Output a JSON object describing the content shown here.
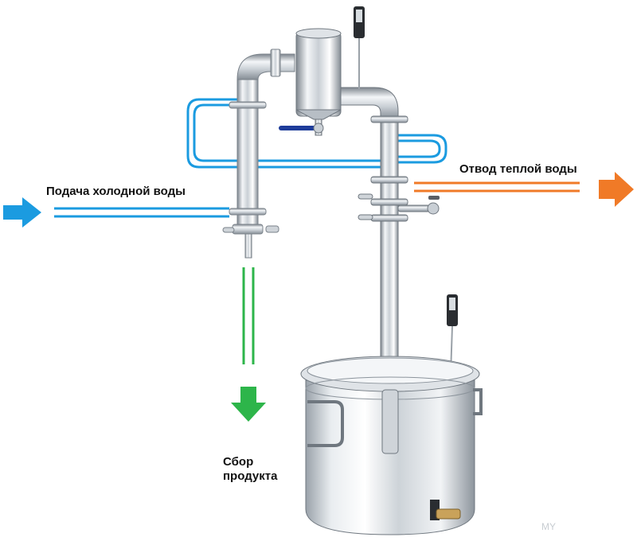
{
  "labels": {
    "cold_water_in": "Подача холодной воды",
    "warm_water_out": "Отвод теплой воды",
    "product_collection_line1": "Сбор",
    "product_collection_line2": "продукта"
  },
  "colors": {
    "cold_water": "#1b9be0",
    "warm_water": "#f07a27",
    "product": "#2db54a",
    "steel_light": "#eef1f4",
    "steel_dark": "#8c949c"
  },
  "icons": {
    "cold_arrow": "arrow-right-icon",
    "warm_arrow": "arrow-right-icon",
    "product_arrow": "arrow-down-icon",
    "thermometer": "thermometer-icon",
    "valve": "valve-icon"
  }
}
